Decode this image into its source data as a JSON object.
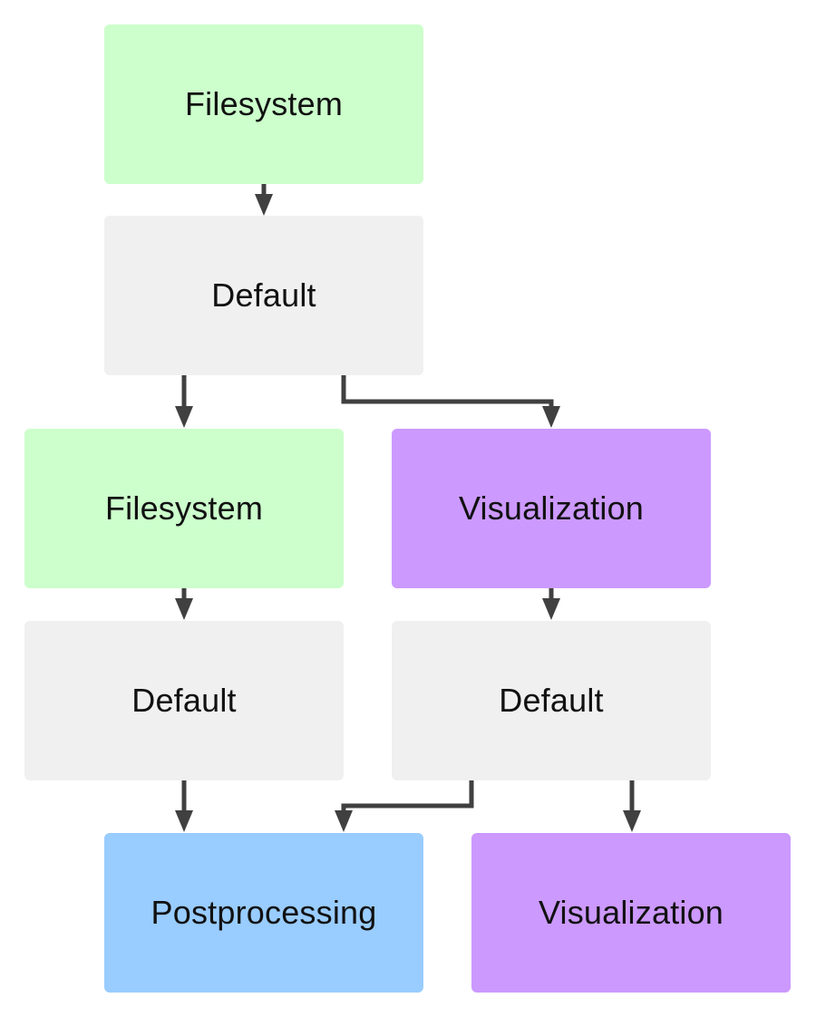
{
  "colors": {
    "filesystem": "#ccffcc",
    "default": "#f0f0f0",
    "visualization": "#cc99ff",
    "postprocessing": "#99ccff",
    "edge": "#404040",
    "text": "#111111"
  },
  "nodes": [
    {
      "label": "Filesystem",
      "kind": "filesystem"
    },
    {
      "label": "Default",
      "kind": "default"
    },
    {
      "label": "Filesystem",
      "kind": "filesystem"
    },
    {
      "label": "Visualization",
      "kind": "visualization"
    },
    {
      "label": "Default",
      "kind": "default"
    },
    {
      "label": "Default",
      "kind": "default"
    },
    {
      "label": "Postprocessing",
      "kind": "postprocessing"
    },
    {
      "label": "Visualization",
      "kind": "visualization"
    }
  ],
  "edges": [
    {
      "from": 0,
      "to": 1
    },
    {
      "from": 1,
      "to": 2
    },
    {
      "from": 1,
      "to": 3
    },
    {
      "from": 3,
      "to": 5
    },
    {
      "from": 2,
      "to": 4
    },
    {
      "from": 4,
      "to": 6
    },
    {
      "from": 5,
      "to": 6
    },
    {
      "from": 5,
      "to": 7
    }
  ]
}
